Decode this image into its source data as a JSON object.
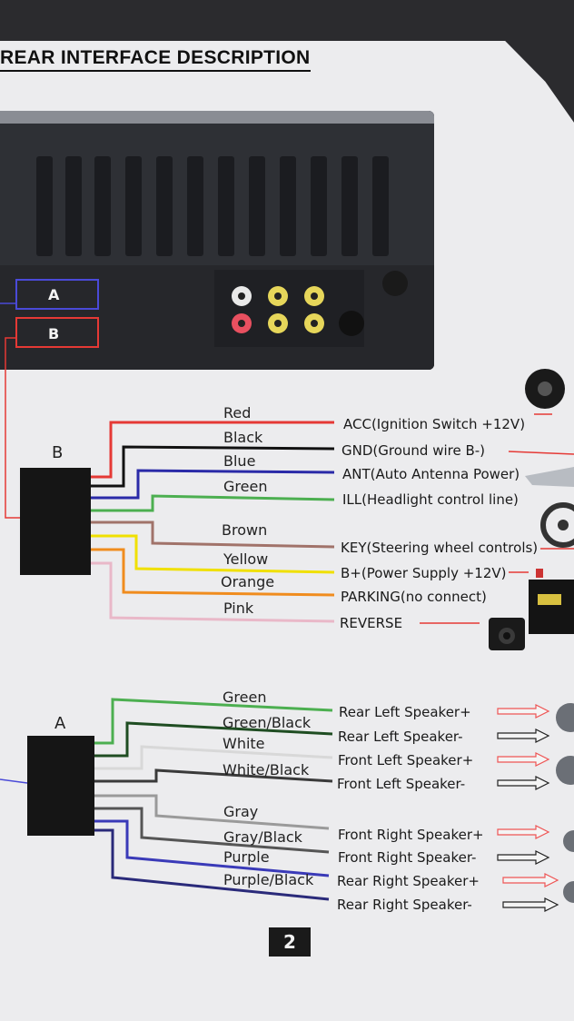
{
  "heading": "REAR INTERFACE DESCRIPTION",
  "photo": {
    "connector_a_label": "A",
    "connector_b_label": "B"
  },
  "connector_b": {
    "label": "B",
    "wires": [
      {
        "name": "Red",
        "desc": "ACC(Ignition Switch +12V)",
        "color": "#e53935"
      },
      {
        "name": "Black",
        "desc": "GND(Ground wire B-)",
        "color": "#111111"
      },
      {
        "name": "Blue",
        "desc": "ANT(Auto Antenna Power)",
        "color": "#2a2aa8"
      },
      {
        "name": "Green",
        "desc": "ILL(Headlight control line)",
        "color": "#4caf50"
      },
      {
        "name": "Brown",
        "desc": "KEY(Steering wheel controls)",
        "color": "#a1736a"
      },
      {
        "name": "Yellow",
        "desc": "B+(Power Supply +12V)",
        "color": "#f0e000"
      },
      {
        "name": "Orange",
        "desc": "PARKING(no connect)",
        "color": "#f08c1e"
      },
      {
        "name": "Pink",
        "desc": "REVERSE",
        "color": "#e9b8c8"
      }
    ]
  },
  "connector_a": {
    "label": "A",
    "wires": [
      {
        "name": "Green",
        "desc": "Rear Left Speaker+",
        "color": "#4caf50"
      },
      {
        "name": "Green/Black",
        "desc": "Rear Left Speaker-",
        "color": "#1f4d22"
      },
      {
        "name": "White",
        "desc": "Front Left Speaker+",
        "color": "#d8d8d8"
      },
      {
        "name": "White/Black",
        "desc": "Front Left Speaker-",
        "color": "#3a3a3a"
      },
      {
        "name": "Gray",
        "desc": "Front Right Speaker+",
        "color": "#9a9a9a"
      },
      {
        "name": "Gray/Black",
        "desc": "Front Right Speaker-",
        "color": "#555555"
      },
      {
        "name": "Purple",
        "desc": "Rear Right Speaker+",
        "color": "#3a3ab8"
      },
      {
        "name": "Purple/Black",
        "desc": "Rear Right Speaker-",
        "color": "#2a2a7a"
      }
    ]
  },
  "page_number": "2",
  "icons": [
    "antenna-icon",
    "headlight-icon",
    "steering-wheel-icon",
    "battery-icon",
    "camera-icon",
    "speaker-icon"
  ]
}
